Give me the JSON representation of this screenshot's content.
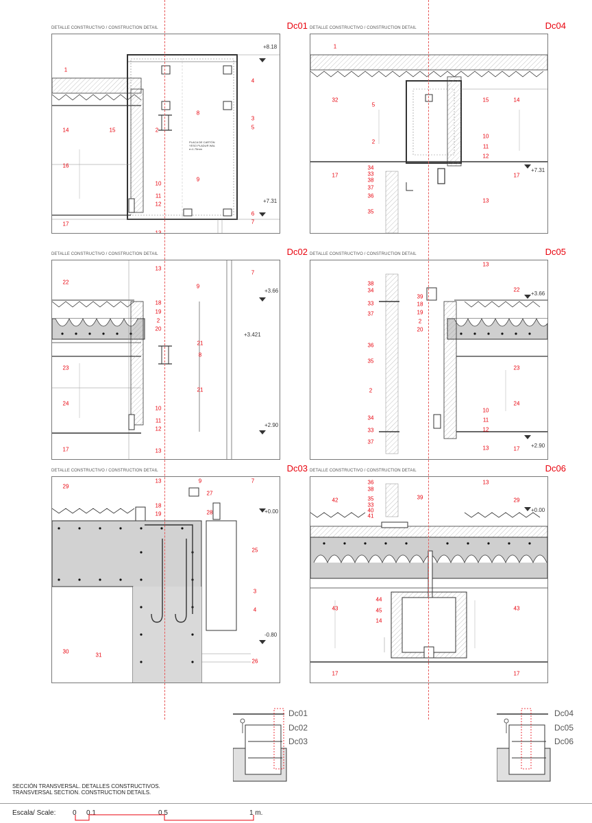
{
  "panels": [
    {
      "id": "Dc01",
      "caption": "DETALLE CONSTRUCTIVO / CONSTRUCTION DETAIL",
      "tags": [
        "1",
        "14",
        "15",
        "2",
        "16",
        "4",
        "8",
        "3",
        "5",
        "9",
        "10",
        "11",
        "12",
        "17",
        "13",
        "6",
        "7"
      ],
      "levels": [
        "+8.18",
        "+7.31"
      ],
      "note": [
        "PLACA DE CARTÓN",
        "YESO PLADUR WAL",
        "e=1.75mm"
      ]
    },
    {
      "id": "Dc02",
      "caption": "DETALLE CONSTRUCTIVO / CONSTRUCTION DETAIL",
      "tags": [
        "13",
        "22",
        "9",
        "7",
        "18",
        "19",
        "2",
        "20",
        "21",
        "8",
        "23",
        "24",
        "21",
        "10",
        "11",
        "12",
        "17",
        "13"
      ],
      "levels": [
        "+3.66",
        "+3.421",
        "+2.90"
      ]
    },
    {
      "id": "Dc03",
      "caption": "DETALLE CONSTRUCTIVO / CONSTRUCTION DETAIL",
      "tags": [
        "13",
        "9",
        "7",
        "29",
        "27",
        "18",
        "28",
        "19",
        "25",
        "3",
        "4",
        "30",
        "31",
        "26"
      ],
      "levels": [
        "+0.00",
        "-0.80"
      ]
    },
    {
      "id": "Dc04",
      "caption": "DETALLE CONSTRUCTIVO / CONSTRUCTION DETAIL",
      "tags": [
        "1",
        "32",
        "15",
        "14",
        "5",
        "10",
        "2",
        "11",
        "12",
        "34",
        "33",
        "38",
        "37",
        "36",
        "35",
        "17",
        "17",
        "13"
      ],
      "levels": [
        "+7.31"
      ]
    },
    {
      "id": "Dc05",
      "caption": "DETALLE CONSTRUCTIVO / CONSTRUCTION DETAIL",
      "tags": [
        "13",
        "38",
        "34",
        "39",
        "22",
        "33",
        "18",
        "19",
        "37",
        "2",
        "20",
        "36",
        "35",
        "23",
        "2",
        "24",
        "34",
        "10",
        "11",
        "33",
        "12",
        "37",
        "13",
        "17"
      ],
      "levels": [
        "+3.66",
        "+2.90"
      ]
    },
    {
      "id": "Dc06",
      "caption": "DETALLE CONSTRUCTIVO / CONSTRUCTION DETAIL",
      "tags": [
        "36",
        "38",
        "13",
        "35",
        "42",
        "39",
        "33",
        "29",
        "40",
        "41",
        "43",
        "44",
        "45",
        "43",
        "14",
        "17",
        "17"
      ],
      "levels": [
        "+0.00"
      ]
    }
  ],
  "keys": [
    {
      "labels": [
        "Dc01",
        "Dc02",
        "Dc03"
      ]
    },
    {
      "labels": [
        "Dc04",
        "Dc05",
        "Dc06"
      ]
    }
  ],
  "footer": {
    "line1": "SECCIÓN TRANSVERSAL. DETALLES CONSTRUCTIVOS.",
    "line2": "TRANSVERSAL SECTION. CONSTRUCTION DETAILS."
  },
  "scale": {
    "label": "Escala/ Scale:",
    "ticks": [
      "0",
      "0.1",
      "0.5",
      "1 m."
    ]
  },
  "colors": {
    "accent": "#e8000b",
    "line": "#333333",
    "hatch": "#bdbdbd"
  }
}
